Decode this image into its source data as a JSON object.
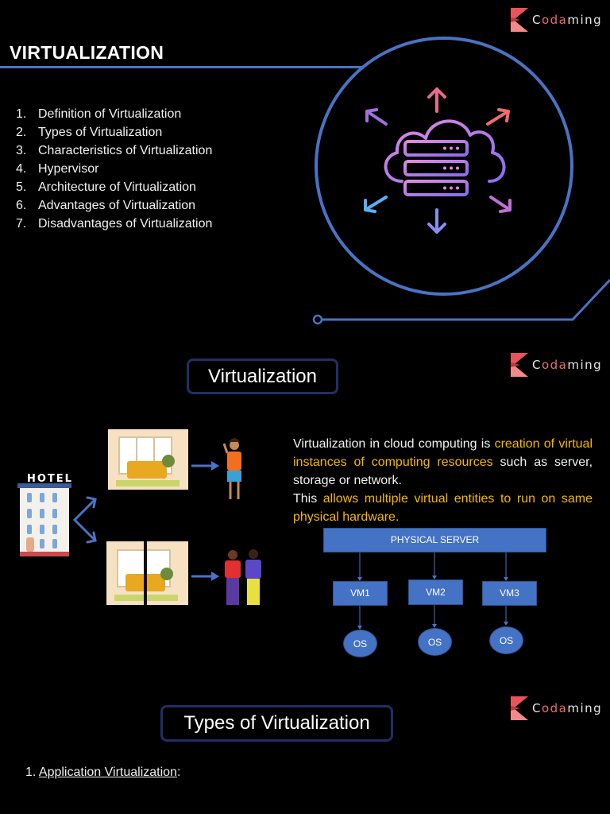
{
  "brand": {
    "name_part1": "C",
    "name_part2": "oda",
    "name_part3": "ming",
    "accent": "#f06a6a"
  },
  "header": {
    "title": "VIRTUALIZATION"
  },
  "toc": [
    {
      "num": "1.",
      "label": "Definition of Virtualization"
    },
    {
      "num": "2.",
      "label": "Types of Virtualization"
    },
    {
      "num": "3.",
      "label": "Characteristics of Virtualization"
    },
    {
      "num": "4.",
      "label": "Hypervisor"
    },
    {
      "num": "5.",
      "label": "Architecture of Virtualization"
    },
    {
      "num": "6.",
      "label": "Advantages of Virtualization"
    },
    {
      "num": "7.",
      "label": "Disadvantages of Virtualization"
    }
  ],
  "hero_icon": "cloud-server-icon",
  "section1": {
    "title": "Virtualization",
    "hotel_sign": "HOTEL",
    "desc_p1_a": "Virtualization in cloud computing is ",
    "desc_p1_b": "creation of virtual instances of computing resources",
    "desc_p1_c": " such as server, storage or network.",
    "desc_p2_a": "This ",
    "desc_p2_b": "allows multiple virtual entities to run on same physical hardware."
  },
  "diagram": {
    "server": "PHYSICAL SERVER",
    "vms": [
      "VM1",
      "VM2",
      "VM3"
    ],
    "os": [
      "OS",
      "OS",
      "OS"
    ]
  },
  "section2": {
    "title": "Types of Virtualization",
    "item_num": "1.",
    "item_label": "Application Virtualization",
    "item_suffix": ":"
  },
  "colors": {
    "highlight": "#f5b800",
    "diagram_blue": "#4472c4",
    "ring_blue": "#4a72c4",
    "box_border": "#1f2f66"
  }
}
